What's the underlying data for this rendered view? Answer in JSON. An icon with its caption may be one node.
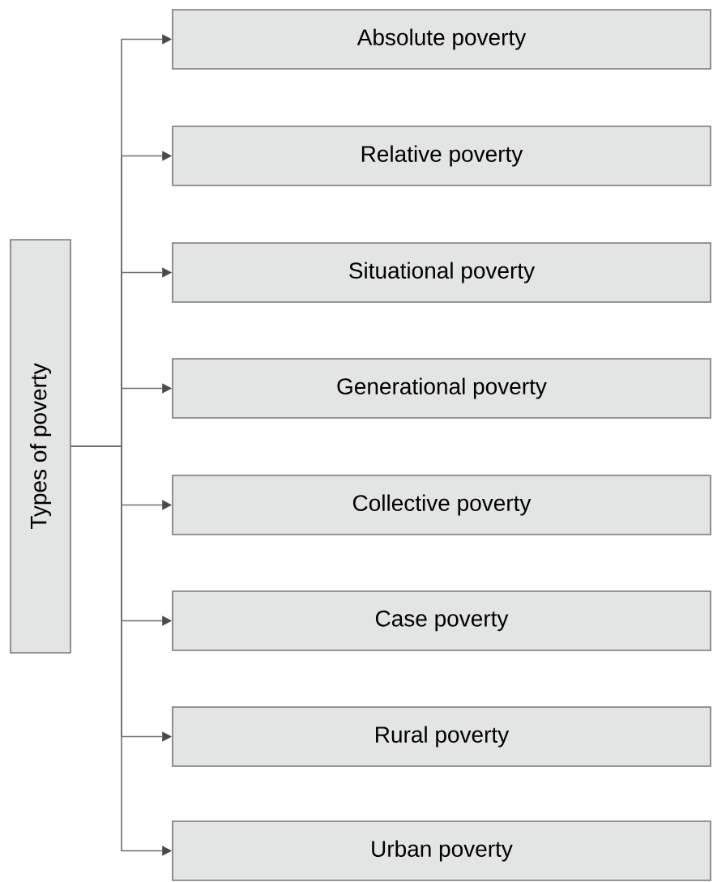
{
  "diagram": {
    "nodes": [
      {
        "text": [
          "Types of poverty"
        ]
      },
      {
        "text": [
          "Absolute poverty"
        ]
      },
      {
        "text": [
          "Relative poverty"
        ]
      },
      {
        "text": [
          "Situational poverty"
        ]
      },
      {
        "text": [
          "Generational poverty"
        ]
      },
      {
        "text": [
          "Collective poverty"
        ]
      },
      {
        "text": [
          "Case poverty"
        ]
      },
      {
        "text": [
          "Rural poverty"
        ]
      },
      {
        "text": [
          "Urban poverty"
        ]
      }
    ],
    "edges": [
      {
        "from": 0,
        "to": 1,
        "arrow": "to"
      },
      {
        "from": 0,
        "to": 2,
        "arrow": "to"
      },
      {
        "from": 0,
        "to": 3,
        "arrow": "to"
      },
      {
        "from": 0,
        "to": 4,
        "arrow": "to"
      },
      {
        "from": 0,
        "to": 5,
        "arrow": "to"
      },
      {
        "from": 0,
        "to": 6,
        "arrow": "to"
      },
      {
        "from": 0,
        "to": 7,
        "arrow": "to"
      },
      {
        "from": 0,
        "to": 8,
        "arrow": "to"
      }
    ]
  }
}
